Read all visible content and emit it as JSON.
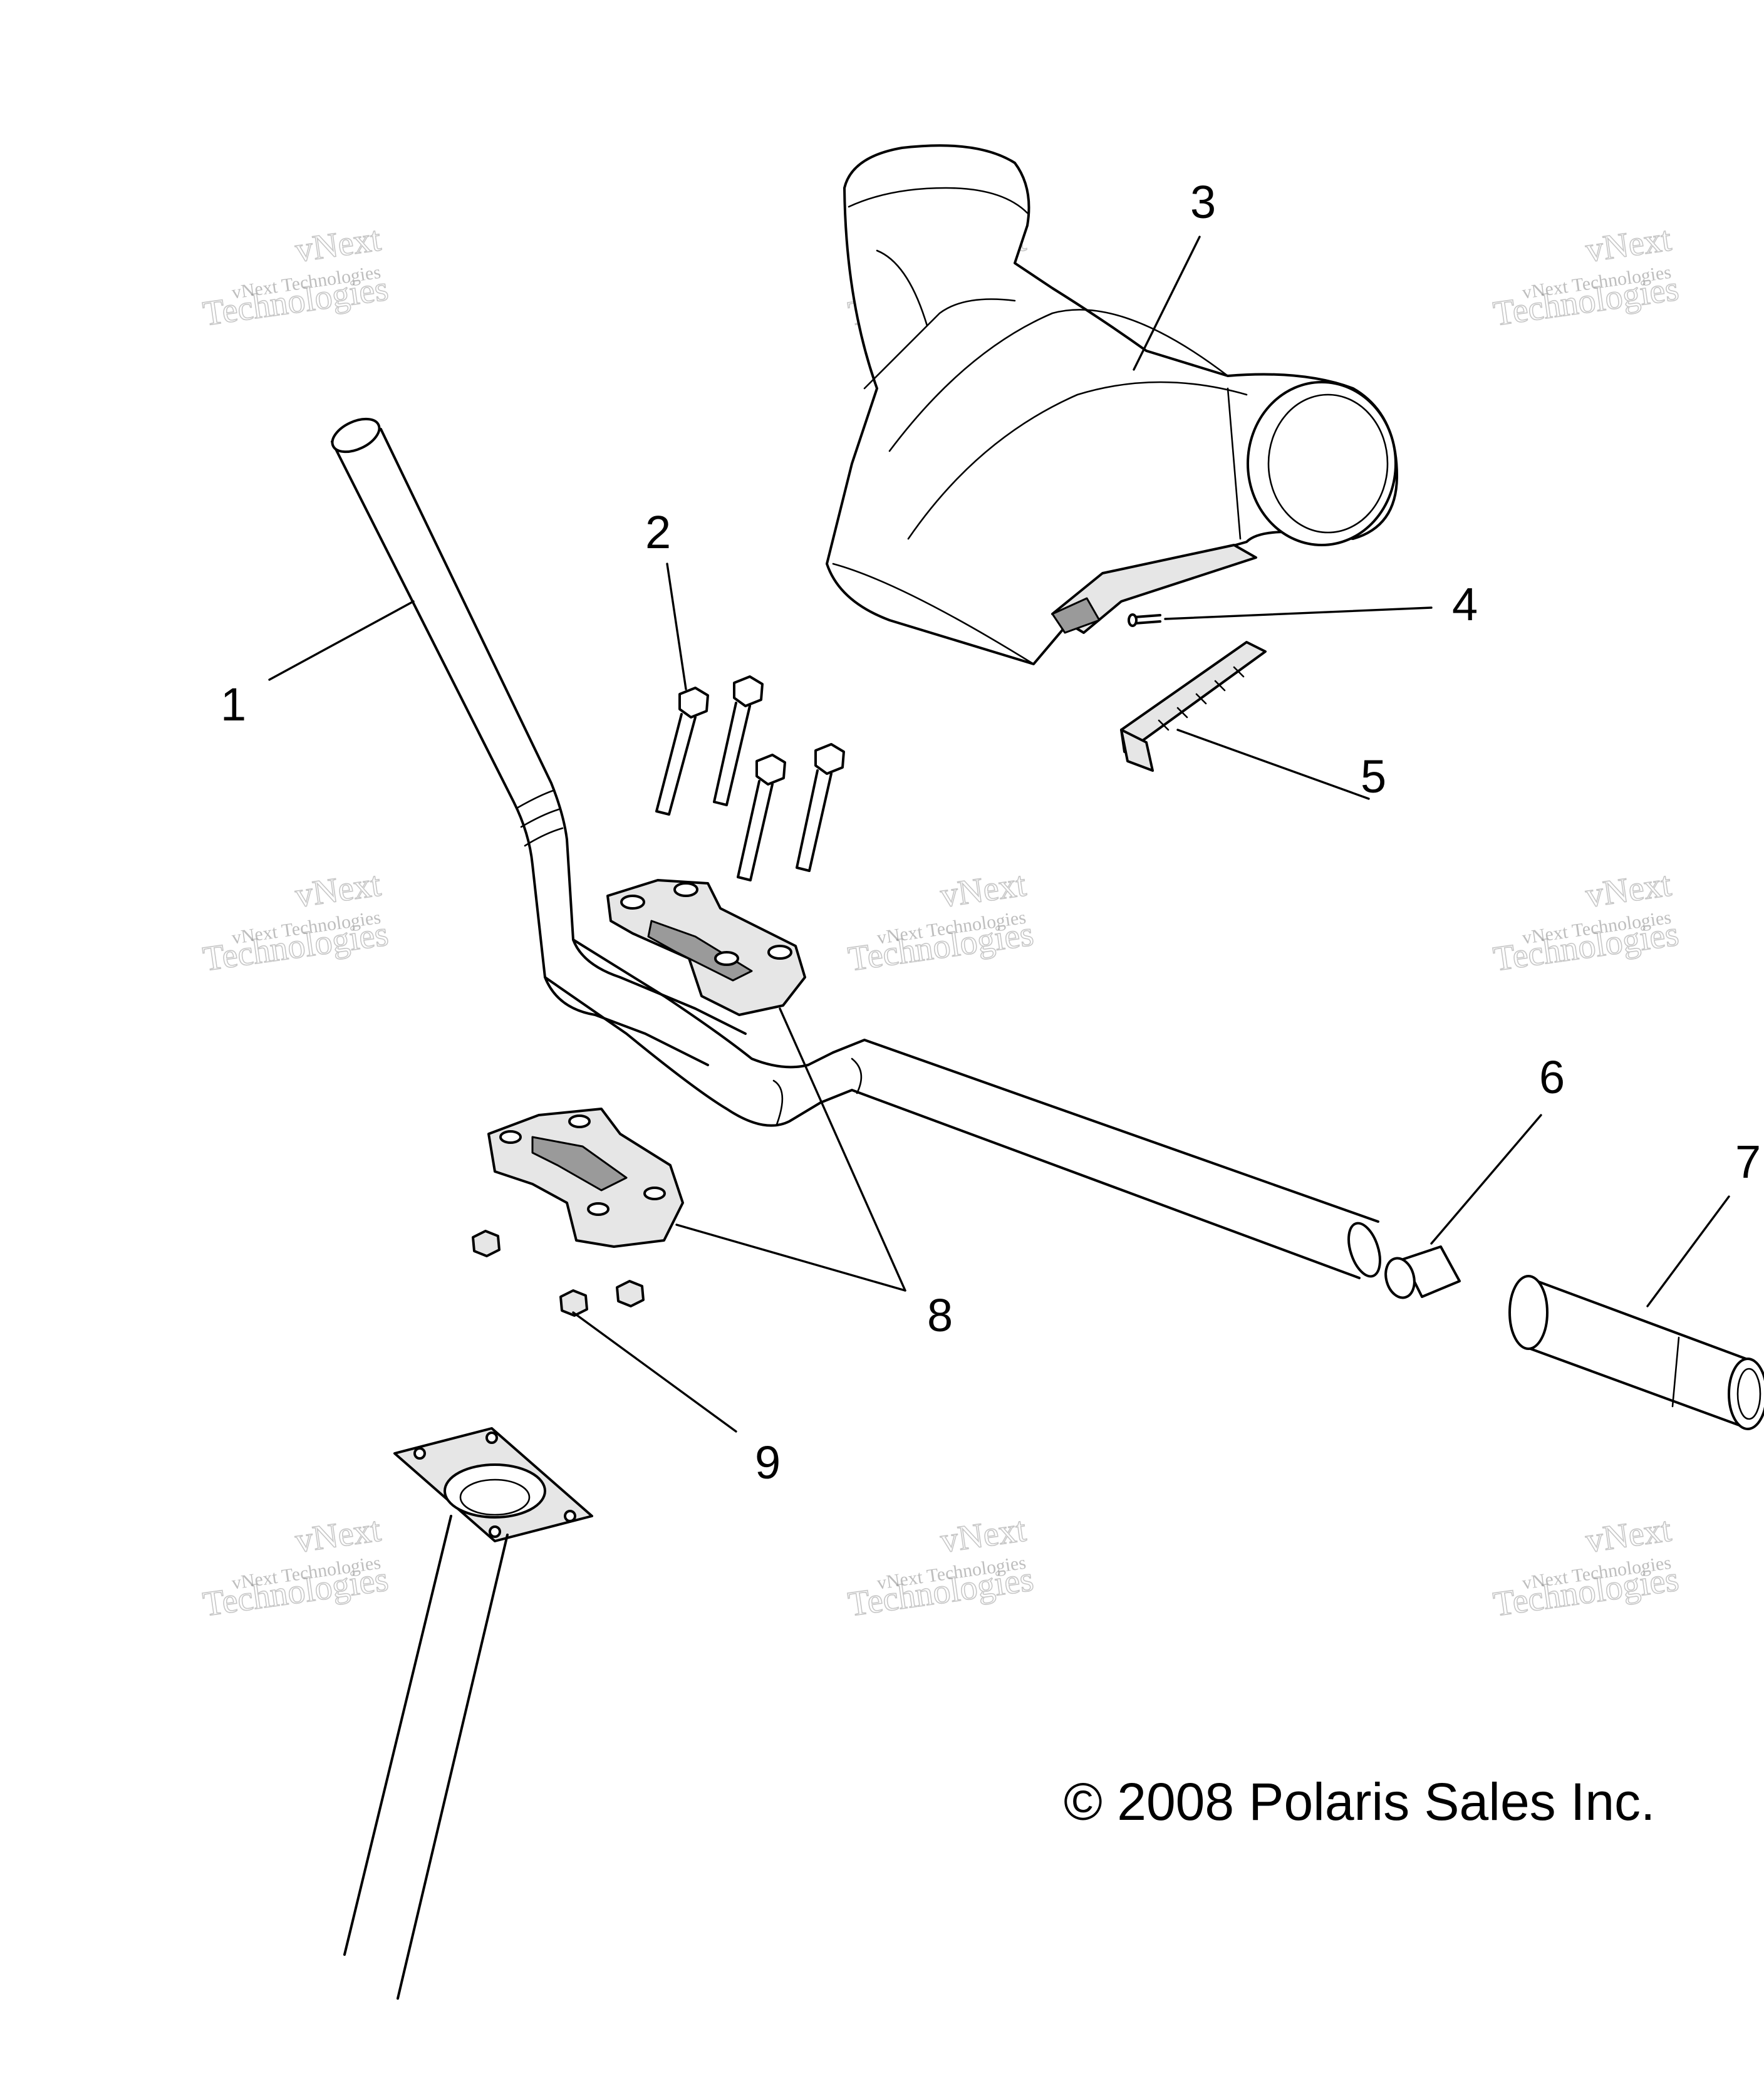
{
  "diagram": {
    "callouts": [
      {
        "id": "1",
        "label": "1"
      },
      {
        "id": "2",
        "label": "2"
      },
      {
        "id": "3",
        "label": "3"
      },
      {
        "id": "4",
        "label": "4"
      },
      {
        "id": "5",
        "label": "5"
      },
      {
        "id": "6",
        "label": "6"
      },
      {
        "id": "7",
        "label": "7"
      },
      {
        "id": "8",
        "label": "8"
      },
      {
        "id": "9",
        "label": "9"
      }
    ],
    "copyright": "© 2008 Polaris Sales Inc.",
    "watermark": {
      "line1": "vNext Technologies",
      "logo_text": "vNext Technologies"
    }
  },
  "colors": {
    "line": "#000000",
    "background": "#ffffff",
    "watermark": "#9a9a9a"
  }
}
